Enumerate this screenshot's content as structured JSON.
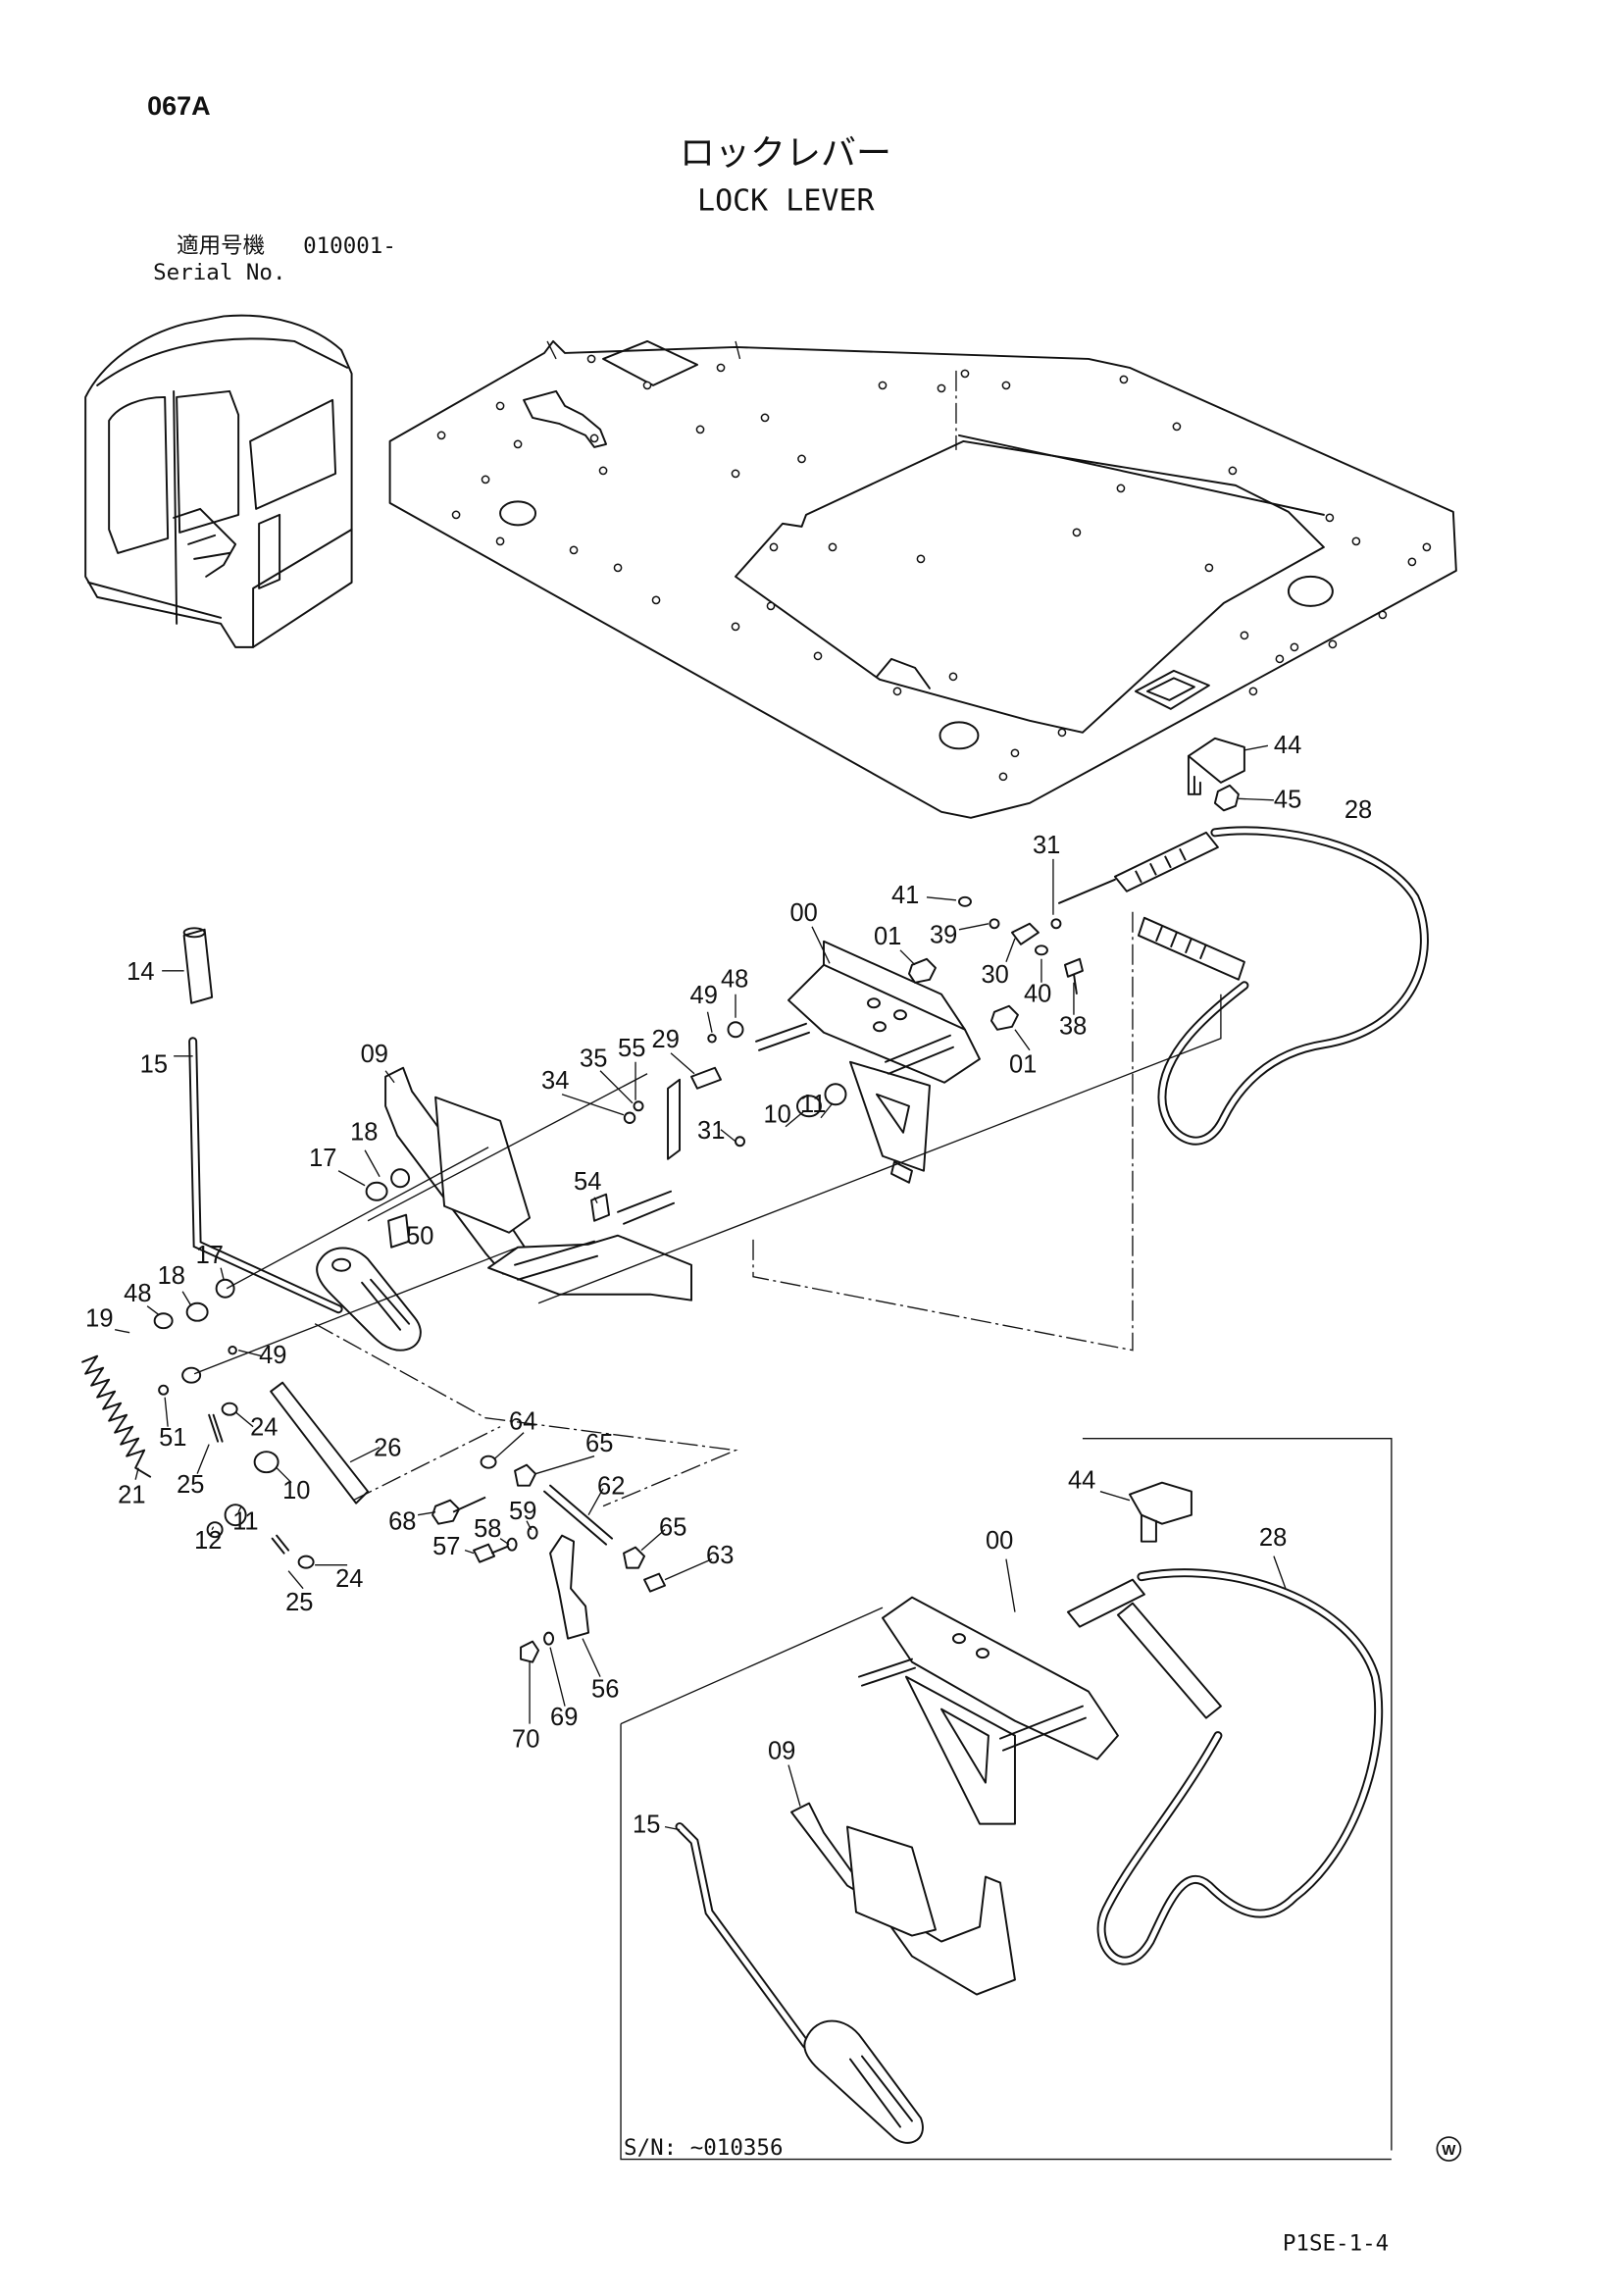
{
  "header": {
    "page_code": "067A",
    "title_jp": "ロックレバー",
    "title_en": "LOCK LEVER",
    "serial_label_jp": "適用号機",
    "serial_value": "010001-",
    "serial_label_en": "Serial No."
  },
  "callouts": {
    "main": [
      "44",
      "45",
      "28",
      "31",
      "41",
      "39",
      "30",
      "40",
      "38",
      "00",
      "01",
      "01",
      "48",
      "49",
      "29",
      "55",
      "35",
      "34",
      "10",
      "11",
      "31",
      "54",
      "09",
      "14",
      "15",
      "18",
      "17",
      "50",
      "17",
      "18",
      "48",
      "19",
      "49",
      "24",
      "51",
      "25",
      "26",
      "21",
      "10",
      "11",
      "12",
      "24",
      "25",
      "64",
      "65",
      "62",
      "68",
      "58",
      "59",
      "57",
      "65",
      "63",
      "56",
      "69",
      "70"
    ],
    "inset": [
      "44",
      "28",
      "00",
      "09",
      "15"
    ]
  },
  "inset": {
    "serial_note": "S/N: ~010356"
  },
  "footer": {
    "mark": "W",
    "drawing_code": "P1SE-1-4"
  },
  "colors": {
    "ink": "#111111",
    "paper": "#ffffff"
  }
}
